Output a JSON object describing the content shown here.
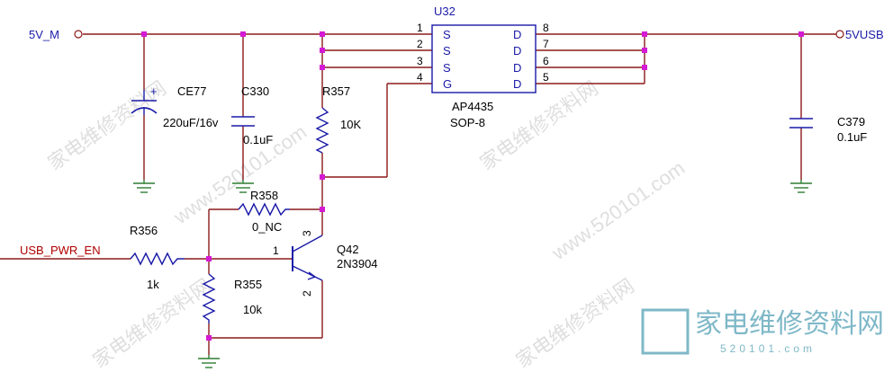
{
  "nets": {
    "input_power": "5V_M",
    "output_power": "5VUSB",
    "enable": "USB_PWR_EN"
  },
  "ic": {
    "refdes": "U32",
    "part": "AP4435",
    "package": "SOP-8",
    "left_pin_numbers": [
      "1",
      "2",
      "3",
      "4"
    ],
    "left_pin_names": [
      "S",
      "S",
      "S",
      "G"
    ],
    "right_pin_numbers": [
      "8",
      "7",
      "6",
      "5"
    ],
    "right_pin_names": [
      "D",
      "D",
      "D",
      "D"
    ]
  },
  "components": {
    "ce77": {
      "refdes": "CE77",
      "value": "220uF/16v",
      "polarity": "+"
    },
    "c330": {
      "refdes": "C330",
      "value": "0.1uF"
    },
    "r357": {
      "refdes": "R357",
      "value": "10K"
    },
    "r358": {
      "refdes": "R358",
      "value": "0_NC"
    },
    "r356": {
      "refdes": "R356",
      "value": "1k"
    },
    "r355": {
      "refdes": "R355",
      "value": "10k"
    },
    "c379": {
      "refdes": "C379",
      "value": "0.1uF"
    },
    "q42": {
      "refdes": "Q42",
      "part": "2N3904",
      "pin_base": "1",
      "pin_emitter": "2",
      "pin_collector": "3"
    }
  },
  "watermark": {
    "text": "家电维修资料网",
    "url": "www.520101.com",
    "logo_text": "家电维修资料网",
    "logo_url": "520101.com"
  },
  "colors": {
    "wire": "#8b1a1a",
    "junction": "#d41ad4",
    "component": "#1a1aa8",
    "ground": "#2e7d32",
    "label": "#000000"
  }
}
